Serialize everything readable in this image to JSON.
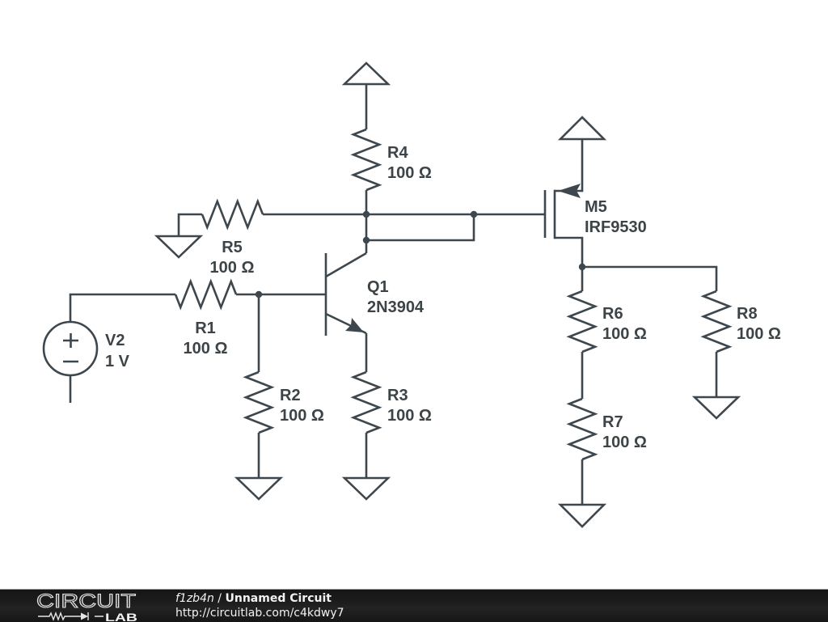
{
  "schematic": {
    "components": {
      "R1": {
        "name": "R1",
        "value": "100 Ω"
      },
      "R2": {
        "name": "R2",
        "value": "100 Ω"
      },
      "R3": {
        "name": "R3",
        "value": "100 Ω"
      },
      "R4": {
        "name": "R4",
        "value": "100 Ω"
      },
      "R5": {
        "name": "R5",
        "value": "100 Ω"
      },
      "R6": {
        "name": "R6",
        "value": "100 Ω"
      },
      "R7": {
        "name": "R7",
        "value": "100 Ω"
      },
      "R8": {
        "name": "R8",
        "value": "100 Ω"
      },
      "V2": {
        "name": "V2",
        "value": "1 V"
      },
      "Q1": {
        "name": "Q1",
        "value": "2N3904"
      },
      "M5": {
        "name": "M5",
        "value": "IRF9530"
      }
    },
    "colors": {
      "wire": "#3d474d",
      "label": "#3d4448",
      "background": "#ffffff"
    }
  },
  "footer": {
    "logo_top": "CIRCUIT",
    "logo_bottom": "LAB",
    "user": "f1zb4n",
    "separator": " / ",
    "circuit_name": "Unnamed Circuit",
    "url": "http://circuitlab.com/c4kdwy7",
    "background": "#1c1c1c"
  }
}
